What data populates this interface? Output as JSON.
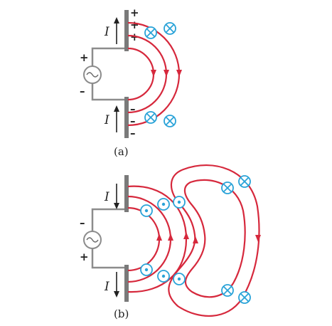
{
  "panel_a": {
    "caption": "(a)",
    "current_label_top": "I",
    "current_label_bottom": "I",
    "source_plus": "+",
    "source_minus": "–",
    "top_charges": [
      "+",
      "+",
      "+"
    ],
    "bottom_charges": [
      "–",
      "–",
      "–"
    ]
  },
  "panel_b": {
    "caption": "(b)",
    "current_label_top": "I",
    "current_label_bottom": "I",
    "source_top": "–",
    "source_bottom": "+"
  },
  "colors": {
    "field_lines": "#d6283c",
    "magnetic_symbols": "#2aa3d8",
    "wires": "#8c8c8c"
  },
  "icons": {
    "source": "ac-source-icon",
    "into_page": "cross-circle-icon",
    "out_of_page": "dot-circle-icon"
  }
}
